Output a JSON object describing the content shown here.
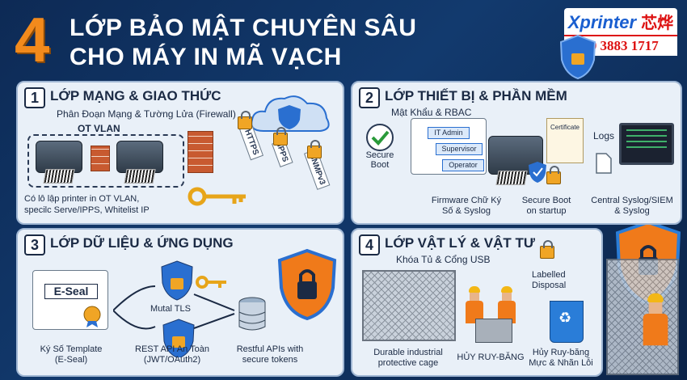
{
  "header": {
    "number": "4",
    "title_line1": "LỚP BẢO MẬT CHUYÊN SÂU",
    "title_line2": "CHO MÁY IN MÃ VẠCH",
    "brand_name": "Xprinter",
    "brand_cn": "芯烨",
    "phone": "09 3883 1717"
  },
  "layers": [
    {
      "number": "1",
      "title": "LỚP MẠNG & GIAO THỨC",
      "subtitle": "Phân Đoạn Mạng & Tường Lửa (Firewall)",
      "ot_vlan": "OT VLAN",
      "tags": [
        "HTTPS",
        "IPPS",
        "SNMPv3"
      ],
      "caption_line1": "Có lô lập printer in OT VLAN,",
      "caption_line2": "specilc Serve/IPPS, Whitelist IP"
    },
    {
      "number": "2",
      "title": "LỚP THIẾT BỊ & PHẦN MỀM",
      "subtitle": "Mật Khẩu & RBAC",
      "roles": [
        "IT Admin",
        "Supervisor",
        "Operator"
      ],
      "secure_boot_line1": "Secure",
      "secure_boot_line2": "Boot",
      "certificate": "Certificate",
      "logs": "Logs",
      "firmware_line1": "Firmware Chữ Ký",
      "firmware_line2": "Số & Syslog",
      "startup_line1": "Secure Boot",
      "startup_line2": "on startup",
      "syslog_line1": "Central Syslog/SIEM",
      "syslog_line2": "& Syslog"
    },
    {
      "number": "3",
      "title": "LỚP DỮ LIỆU & ỨNG DỤNG",
      "eseal": "E-Seal",
      "mutal_tls": "Mutal TLS",
      "template_line1": "Ký Số Template",
      "template_line2": "(E-Seal)",
      "rest_line1": "REST API An Toàn",
      "rest_line2": "(JWT/OAuth2)",
      "restful_line1": "Restful APIs with",
      "restful_line2": "secure tokens"
    },
    {
      "number": "4",
      "title": "LỚP VẬT LÝ & VẬT TƯ",
      "subtitle": "Khóa Tủ & Cổng USB",
      "labelled_line1": "Labelled",
      "labelled_line2": "Disposal",
      "cage_line1": "Durable industrial",
      "cage_line2": "protective cage",
      "destroy": "HỦY RUY-BĂNG",
      "destroy2_line1": "Hủy Ruy-băng",
      "destroy2_line2": "Mực & Nhãn Lỗi"
    }
  ],
  "colors": {
    "background": "#123a6e",
    "accent_orange": "#f28a1c",
    "panel": "#e9f0f8",
    "brand_blue": "#1a5fd0",
    "phone_red": "#dd1111"
  }
}
